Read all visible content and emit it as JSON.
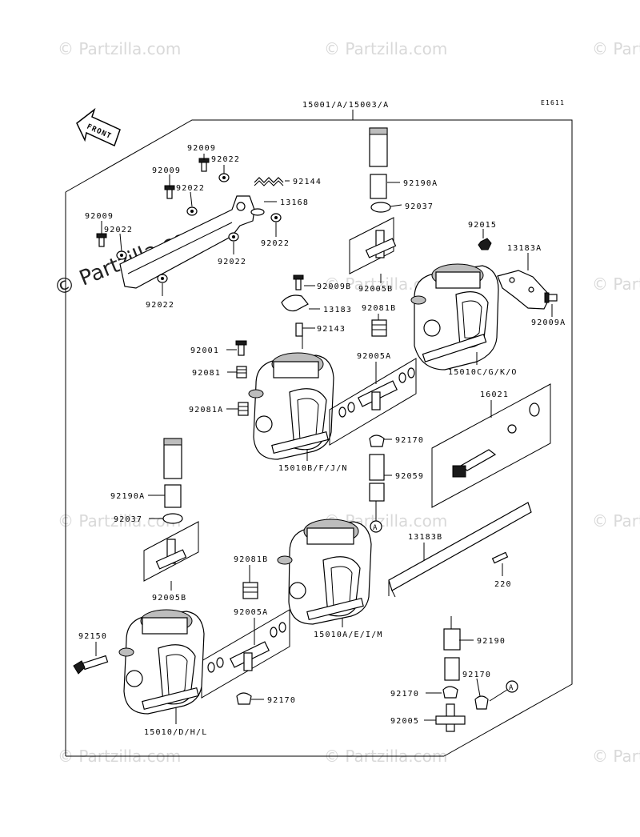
{
  "watermarks": {
    "text": "© Partzilla.com",
    "overlay_text": "© Partzilla.com"
  },
  "header": {
    "assembly_label": "15001/A/15003/A",
    "figure_code": "E1611",
    "front_label": "FRONT"
  },
  "labels": {
    "l_92009_a": "92009",
    "l_92022_a": "92022",
    "l_92009_b": "92009",
    "l_92022_b": "92022",
    "l_92144": "92144",
    "l_13168": "13168",
    "l_92009_c": "92009",
    "l_92022_c": "92022",
    "l_92022_d": "92022",
    "l_92022_e": "92022",
    "l_92022_f": "92022",
    "l_92190A_top": "92190A",
    "l_92037_top": "92037",
    "l_92005B_top": "92005B",
    "l_92015": "92015",
    "l_13183A": "13183A",
    "l_92009B": "92009B",
    "l_13183": "13183",
    "l_92081B_top": "92081B",
    "l_92009A": "92009A",
    "l_92143": "92143",
    "l_92001": "92001",
    "l_92005A_top": "92005A",
    "l_15010C": "15010C/G/K/O",
    "l_92081": "92081",
    "l_92081A": "92081A",
    "l_16021": "16021",
    "l_15010B": "15010B/F/J/N",
    "l_92170_top": "92170",
    "l_92059": "92059",
    "l_A_top": "A",
    "l_92190A_left": "92190A",
    "l_92037_left": "92037",
    "l_92005B_left": "92005B",
    "l_13183B": "13183B",
    "l_220": "220",
    "l_92081B_mid": "92081B",
    "l_92005A_mid": "92005A",
    "l_15010A": "15010A/E/I/M",
    "l_92150": "92150",
    "l_92190": "92190",
    "l_92170_mid": "92170",
    "l_92170_right": "92170",
    "l_92170_bot": "92170",
    "l_A_bot": "A",
    "l_92005": "92005",
    "l_15010D": "15010/D/H/L"
  }
}
